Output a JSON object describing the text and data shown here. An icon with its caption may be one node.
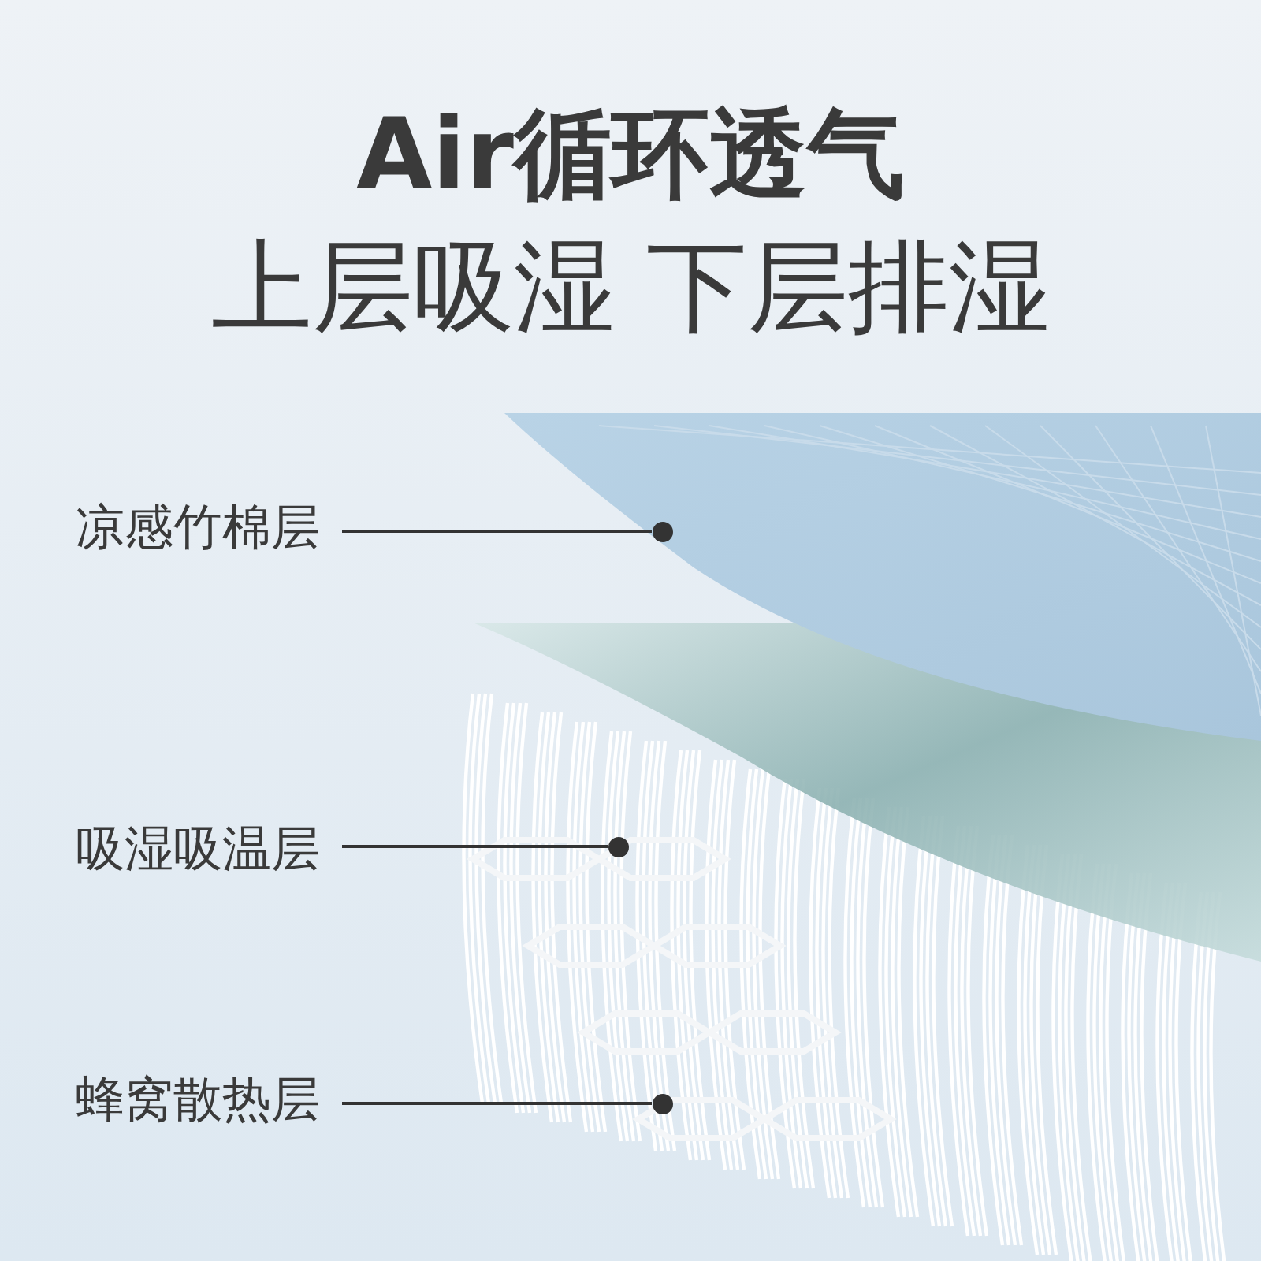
{
  "diagram": {
    "title": "Air循环透气",
    "nodes": [
      {
        "text": [
          "凉感竹棉层"
        ]
      },
      {
        "text": [
          "吸湿吸温层"
        ]
      },
      {
        "text": [
          "蜂窝散热层"
        ]
      },
      {
        "text": [],
        "shape": "circle"
      },
      {
        "text": [],
        "shape": "circle"
      },
      {
        "text": [],
        "shape": "circle"
      }
    ],
    "edges": [
      {
        "from": 0,
        "to": 3,
        "arrow": "none"
      },
      {
        "from": 1,
        "to": 4,
        "arrow": "none"
      },
      {
        "from": 2,
        "to": 5,
        "arrow": "none"
      }
    ],
    "labels": [
      "上层吸湿 下层排湿"
    ]
  }
}
